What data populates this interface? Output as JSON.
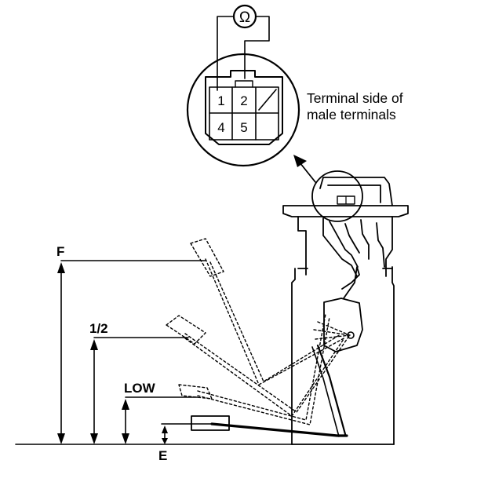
{
  "meter": {
    "symbol": "Ω"
  },
  "connector": {
    "terminals": [
      "1",
      "2",
      "4",
      "5"
    ],
    "caption_line1": "Terminal side of",
    "caption_line2": "male terminals"
  },
  "levels": {
    "full": "F",
    "half": "1/2",
    "low": "LOW",
    "empty": "E"
  }
}
